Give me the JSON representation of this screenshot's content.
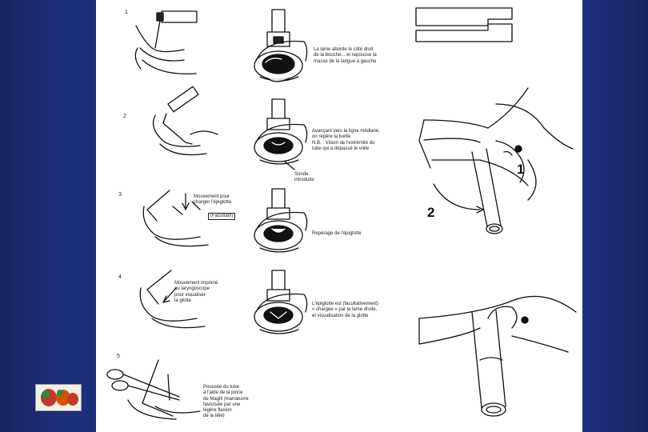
{
  "steps": [
    {
      "num": "1",
      "caption": [
        "La lame aborde le côté droit",
        "de la bouche... et repousse la",
        "masse de la langue à gauche"
      ]
    },
    {
      "num": "2",
      "caption": [
        "Avançant vers la ligne médiane,",
        "on repère la luette",
        "N.B. : Vision de l'extrémité du",
        "tube qui a dépassé le voile"
      ],
      "extra_label": [
        "Sonde",
        "introduite"
      ]
    },
    {
      "num": "3",
      "caption": [
        "Repérage de l'épiglotte"
      ],
      "left_label": [
        "Mouvement pour",
        "charger l'épiglotte"
      ],
      "box_label": "(Facultatif)"
    },
    {
      "num": "4",
      "caption": [
        "L'épiglotte est (facultativement)",
        "« chargée » par la lame droite,",
        "et visualisation de la glotte"
      ],
      "left_label": [
        "Mouvement imprimé",
        "au laryngoscope",
        "pour visualiser",
        "la glotte"
      ]
    },
    {
      "num": "5",
      "caption": [
        "Poussée du tube",
        "à l'aide de la pince",
        "de Magill (manœuvre",
        "favorisée par une",
        "légère flexion",
        "de la tête)"
      ]
    }
  ],
  "right_panel": {
    "label_1": "1",
    "label_2": "2"
  },
  "colors": {
    "background": "#1c2f7a",
    "sheet": "#ffffff",
    "ink": "#111111"
  }
}
